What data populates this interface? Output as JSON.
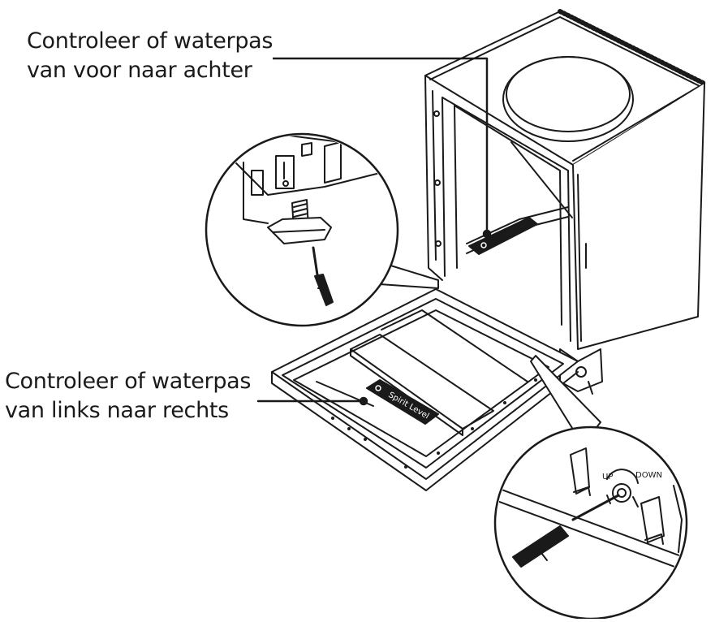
{
  "diagram": {
    "labels": {
      "front_to_back": [
        "Controleer of waterpas",
        "van voor naar achter"
      ],
      "left_to_right": [
        "Controleer of waterpas",
        "van links naar rechts"
      ]
    },
    "level_text": "Spirit Level",
    "adjust_up": "UP",
    "adjust_down": "DOWN"
  }
}
